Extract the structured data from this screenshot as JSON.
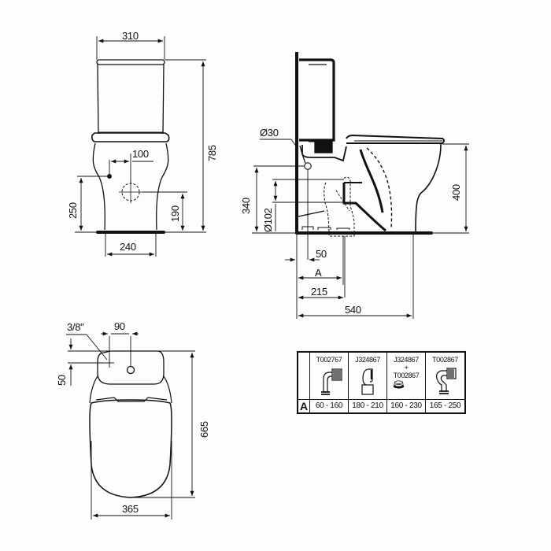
{
  "front_view": {
    "width_top": "310",
    "total_height": "785",
    "offset_inlet": "100",
    "inlet_height": "250",
    "outlet_height": "190",
    "base_width": "240"
  },
  "side_view": {
    "inlet_diameter": "Ø30",
    "inlet_height": "340",
    "outlet_diameter": "Ø102",
    "seat_height": "400",
    "wall_offset": "50",
    "dimension_A": "A",
    "outlet_distance": "215",
    "total_depth": "540"
  },
  "top_view": {
    "thread_size": "3/8\"",
    "hole_spacing": "90",
    "hole_offset": "50",
    "total_length": "665",
    "total_width": "365"
  },
  "fittings_table": {
    "row_label": "A",
    "columns": [
      {
        "code": "T002767",
        "code2": "",
        "range": "60 - 160",
        "icon": "elbow-connector-icon"
      },
      {
        "code": "J324867",
        "code2": "",
        "range": "180 - 210",
        "icon": "straight-connector-icon"
      },
      {
        "code": "J324867",
        "plus": "+",
        "code2": "T002867",
        "range": "160 - 230",
        "icon": "extension-ring-icon"
      },
      {
        "code": "T002867",
        "code2": "",
        "range": "165 - 250",
        "icon": "offset-connector-icon"
      }
    ]
  },
  "colors": {
    "line": "#111111",
    "background": "#fdfcfe"
  }
}
